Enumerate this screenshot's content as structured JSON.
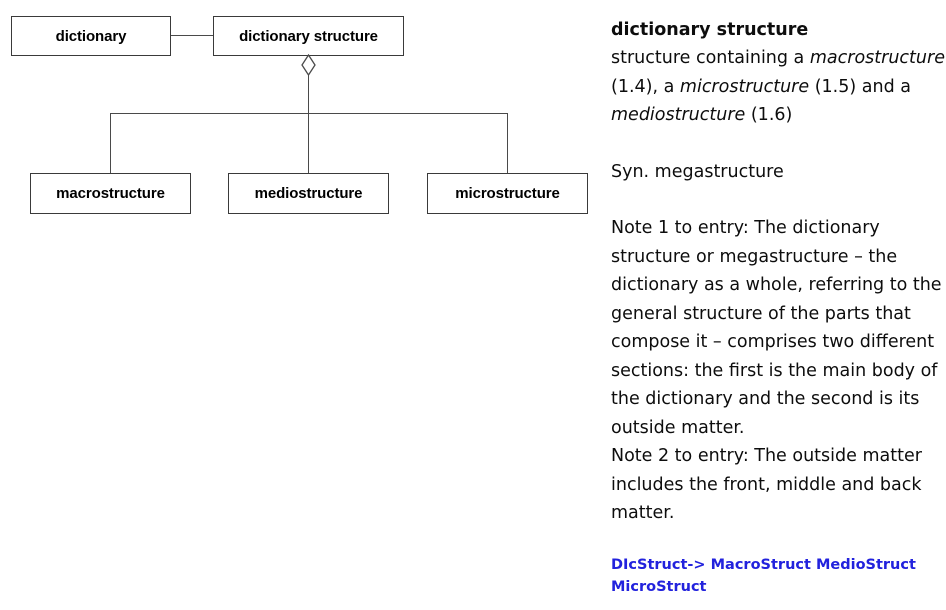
{
  "diagram": {
    "type": "uml-aggregation",
    "nodes": {
      "dictionary": "dictionary",
      "dictionary_structure": "dictionary structure",
      "macrostructure": "macrostructure",
      "mediostructure": "mediostructure",
      "microstructure": "microstructure"
    }
  },
  "entry": {
    "term": "dictionary structure",
    "definition": {
      "lead": "structure containing a ",
      "part1_term": "macrostructure",
      "part1_ref": " (1.4), a ",
      "part2_term": "microstructure",
      "part2_ref": " (1.5) and a ",
      "part3_term": "mediostructure",
      "part3_ref": " (1.6)"
    },
    "synonym": "Syn. megastructure",
    "note1": "Note 1 to entry: The dictionary structure or megastructure – the dictionary as a whole, referring to the general structure of the parts that compose it – comprises two different sections: the first is the main body of the dictionary and the second is its outside matter.",
    "note2": "Note 2 to entry: The outside matter includes the front, middle and back matter.",
    "code_reference": "DIcStruct-> MacroStruct MedioStruct MicroStruct"
  },
  "colors": {
    "box_border": "#3a3a3a",
    "connector": "#4a4a4a",
    "text": "#0d0d0d",
    "code_blue": "#2222dd"
  }
}
